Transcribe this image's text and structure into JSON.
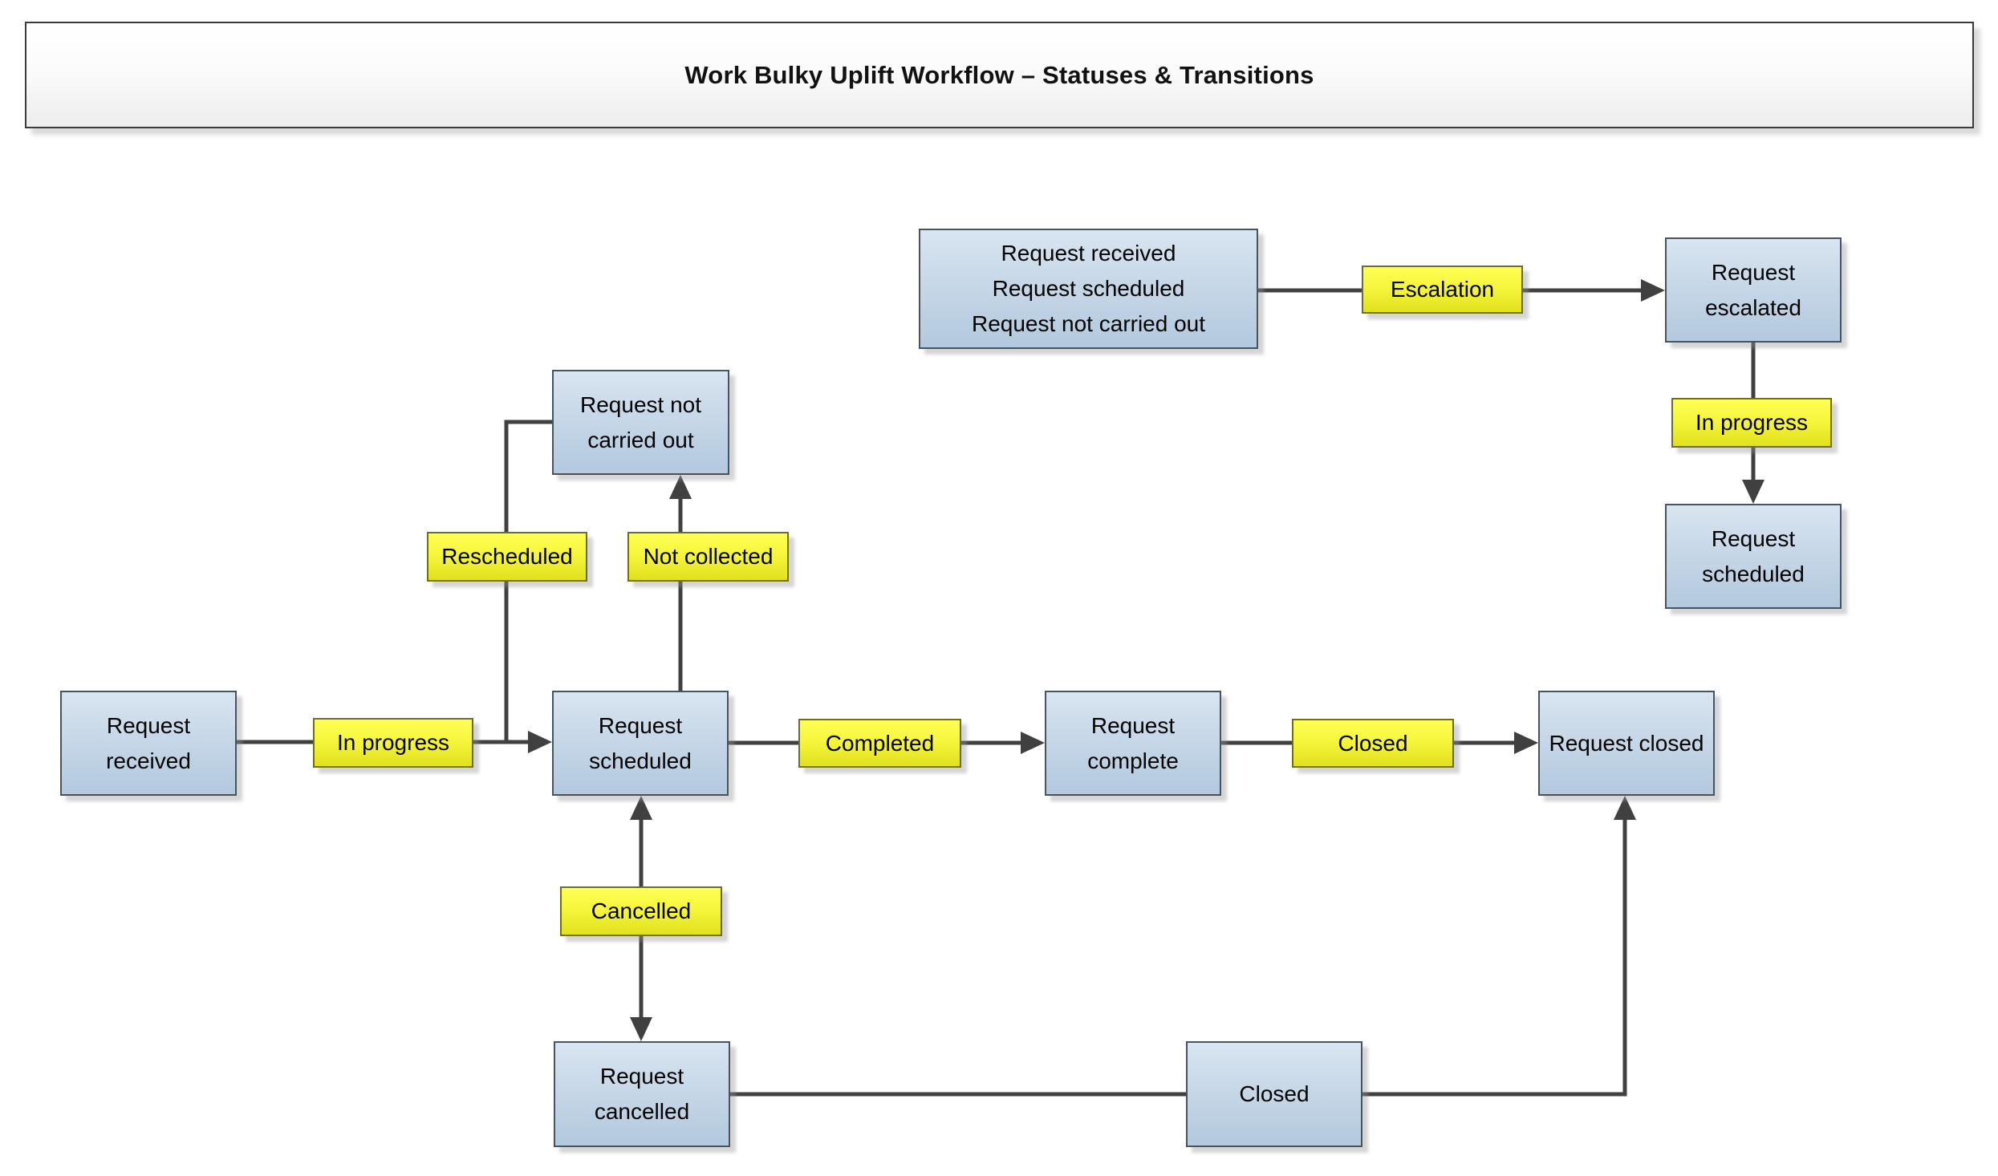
{
  "title_bar": {
    "text": "Work Bulky Uplift Workflow – Statuses & Transitions"
  },
  "states": {
    "multi": {
      "lines": [
        "Request received",
        "Request scheduled",
        "Request not carried out"
      ]
    },
    "escalated": "Request escalated",
    "scheduled_right": "Request scheduled",
    "received": "Request received",
    "scheduled": "Request scheduled",
    "not_carried_out": "Request not carried out",
    "complete": "Request complete",
    "closed": "Request closed",
    "cancelled": "Request cancelled",
    "closed_connector": "Closed"
  },
  "transitions": {
    "escalation": "Escalation",
    "in_progress_escalated": "In progress",
    "in_progress": "In progress",
    "rescheduled": "Rescheduled",
    "not_collected": "Not collected",
    "completed": "Completed",
    "closed": "Closed",
    "cancelled": "Cancelled"
  },
  "colors": {
    "state_fill_top": "#d9e5f1",
    "state_fill_bottom": "#b3c9de",
    "state_border": "#47545f",
    "transition_fill_top": "#ffff55",
    "transition_fill_bottom": "#e1e11e",
    "transition_border": "#6e6e21",
    "connector": "#404040",
    "title_border": "#3a3a3a"
  }
}
